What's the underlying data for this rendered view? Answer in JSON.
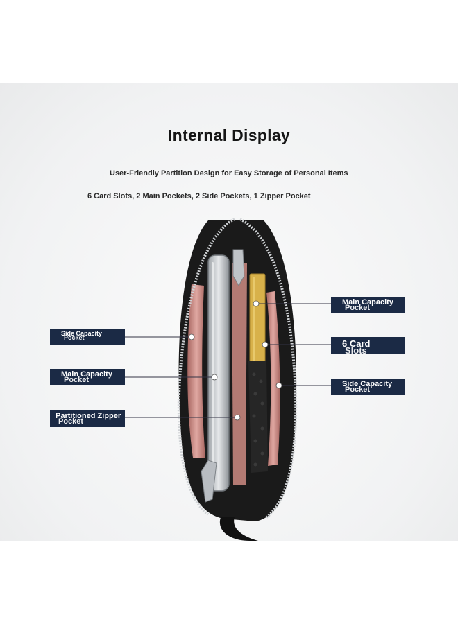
{
  "header": {
    "title": "Internal Display",
    "subtitle": "User-Friendly Partition Design for Easy Storage of Personal Items",
    "counts": "6 Card Slots, 2 Main Pockets, 2 Side Pockets, 1 Zipper Pocket"
  },
  "labels": {
    "main_capacity_right": {
      "line1": "Main Capacity",
      "line2": "Pocket"
    },
    "card_slots": {
      "line1": "6 Card",
      "line2": "Slots"
    },
    "side_capacity_right": {
      "line1": "Side Capacity",
      "line2": "Pocket"
    },
    "side_capacity_left": {
      "line1": "Side Capacity",
      "line2": "Pocket"
    },
    "main_capacity_left": {
      "line1": "Main Capacity",
      "line2": "Pocket"
    },
    "zipper_left": {
      "line1": "Partitioned Zipper",
      "line2": "Pocket"
    }
  },
  "colors": {
    "label_bg": "#1b2a45",
    "label_text": "#ffffff",
    "wallet": "#1a1a1a",
    "lining": "#c98a86",
    "card": "#d8b14a"
  }
}
